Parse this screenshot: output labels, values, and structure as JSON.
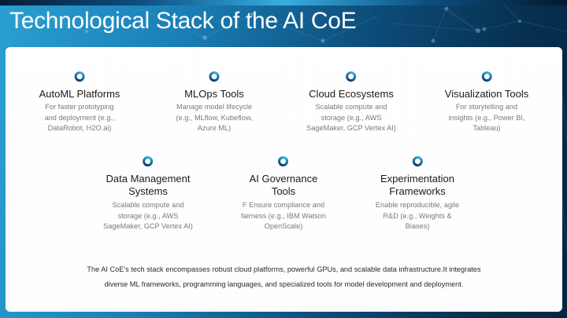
{
  "slide": {
    "title": "Technological Stack of the AI CoE"
  },
  "colors": {
    "accent_light": "#3ab0e0",
    "accent_dark": "#0a3a66",
    "background_dark": "#052540",
    "background_light": "#2a9fd2"
  },
  "row1": [
    {
      "icon": "ring-icon",
      "title": "AutoML Platforms",
      "desc": [
        "For faster prototyping",
        "and deployment (e.g.,",
        "DataRobot, H2O.ai)"
      ]
    },
    {
      "icon": "ring-icon",
      "title": "MLOps Tools",
      "desc": [
        "Manage model lifecycle",
        "(e.g., MLflow, Kubeflow,",
        "Azure ML)"
      ]
    },
    {
      "icon": "ring-icon",
      "title": "Cloud Ecosystems",
      "desc": [
        "Scalable compute and",
        "storage (e.g., AWS",
        "SageMaker, GCP Vertex AI)"
      ]
    },
    {
      "icon": "ring-icon",
      "title": "Visualization Tools",
      "desc": [
        "For storytelling and",
        "insights (e.g., Power BI,",
        "Tableau)"
      ]
    }
  ],
  "row2": [
    {
      "icon": "ring-icon",
      "title": [
        "Data Management",
        "Systems"
      ],
      "desc": [
        "Scalable compute and",
        "storage (e.g., AWS",
        "SageMaker, GCP Vertex AI)"
      ]
    },
    {
      "icon": "ring-icon",
      "title": [
        "AI Governance",
        "Tools"
      ],
      "desc": [
        "F Ensure compliance and",
        "fairness (e.g., IBM Watson",
        "OpenScale)"
      ]
    },
    {
      "icon": "ring-icon",
      "title": [
        "Experimentation",
        "Frameworks"
      ],
      "desc": [
        "Enable reproducible, agile",
        "R&D (e.g., Weights &",
        "Biases)"
      ]
    }
  ],
  "summary": {
    "lines": [
      "The AI CoE's tech stack encompasses robust cloud platforms, powerful GPUs, and scalable data infrastructure.It integrates",
      "diverse ML frameworks, programming languages, and specialized tools for model development and deployment."
    ]
  }
}
